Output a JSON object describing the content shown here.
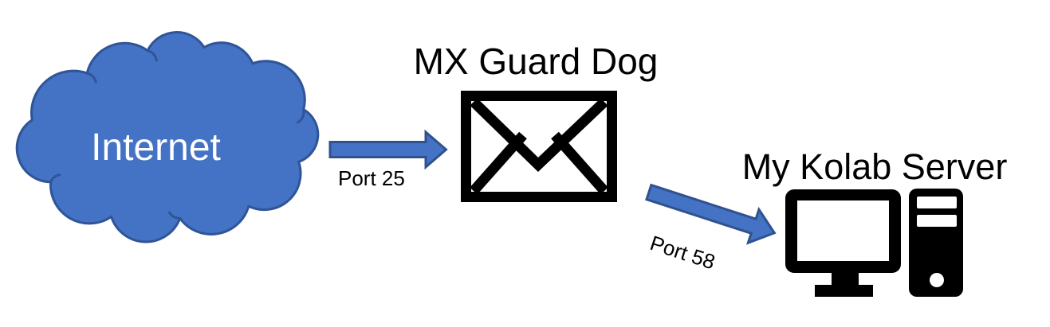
{
  "diagram": {
    "nodes": [
      {
        "id": "internet",
        "label": "Internet",
        "icon": "cloud-icon"
      },
      {
        "id": "mx-guard-dog",
        "label": "MX Guard Dog",
        "icon": "envelope-icon"
      },
      {
        "id": "kolab-server",
        "label": "My Kolab Server",
        "icon": "desktop-computer-icon"
      }
    ],
    "edges": [
      {
        "from": "internet",
        "to": "mx-guard-dog",
        "label": "Port 25",
        "icon": "right-arrow-icon"
      },
      {
        "from": "mx-guard-dog",
        "to": "kolab-server",
        "label": "Port 58",
        "icon": "down-right-arrow-icon"
      }
    ],
    "colors": {
      "background": "#FFFFFF",
      "cloud_fill": "#4472C4",
      "cloud_outline": "#2F5597",
      "arrow_fill": "#4472C4",
      "arrow_outline": "#2F528F",
      "icon_black": "#000000",
      "label_color": "#000000",
      "cloud_label_color": "#FFFFFF"
    }
  }
}
